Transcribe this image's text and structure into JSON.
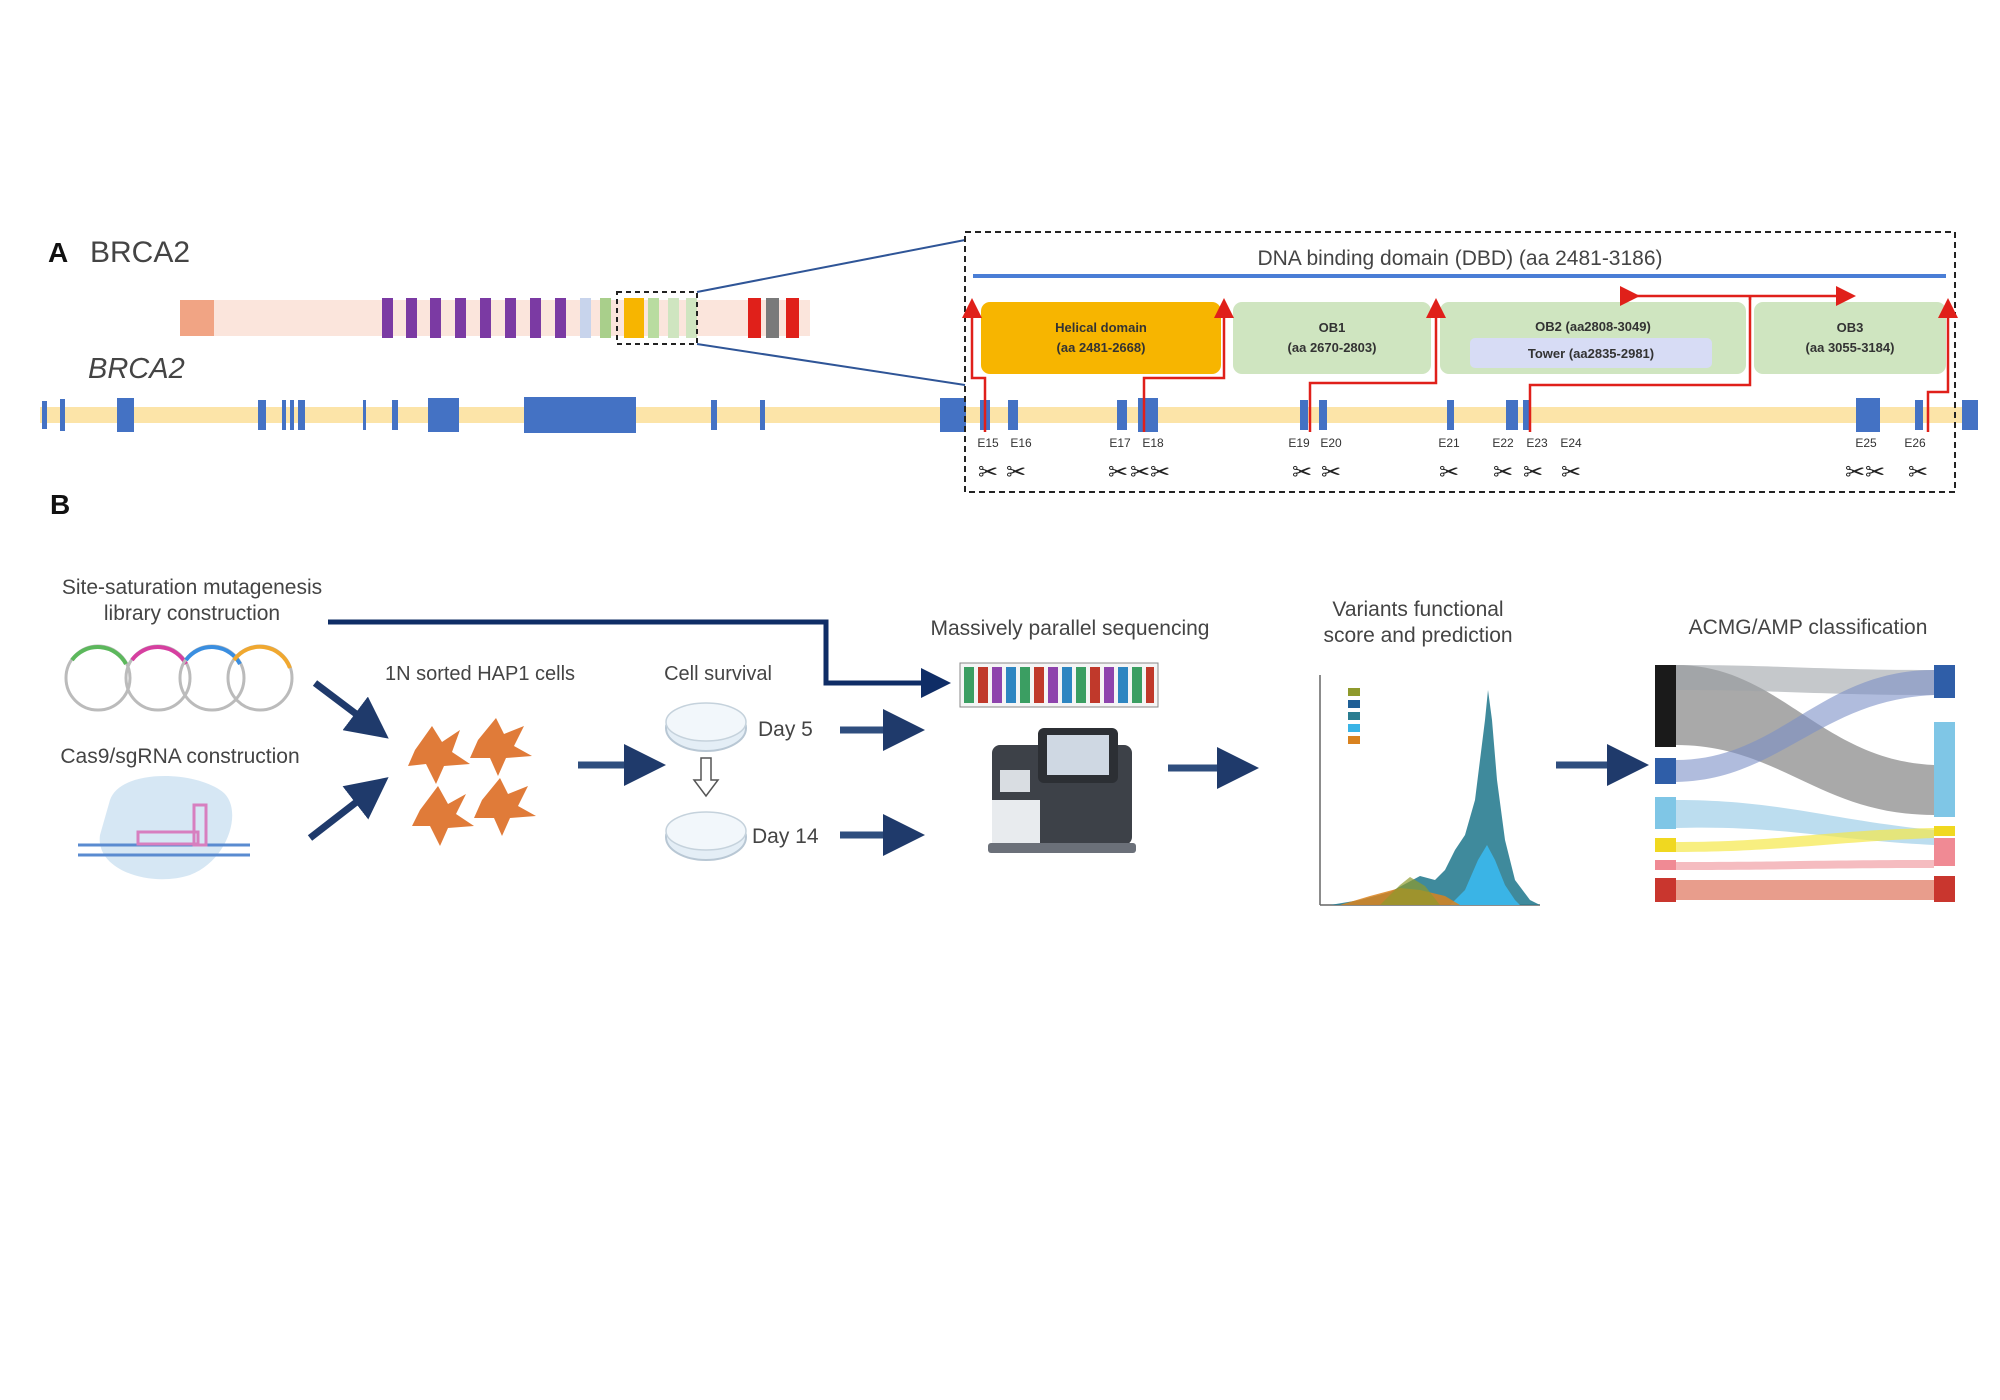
{
  "panel_a": {
    "letter": "A",
    "protein_label": "BRCA2",
    "gene_label": "BRCA2",
    "dbd_label": "DNA binding domain (DBD) (aa 2481-3186)",
    "domains": [
      {
        "name": "Helical domain",
        "range": "(aa 2481-2668)"
      },
      {
        "name": "OB1",
        "range": "(aa 2670-2803)"
      },
      {
        "name": "OB2 (aa2808-3049)",
        "range": ""
      },
      {
        "name": "Tower (aa2835-2981)",
        "range": ""
      },
      {
        "name": "OB3",
        "range": "(aa 3055-3184)"
      }
    ],
    "exons": [
      "E15",
      "E16",
      "E17",
      "E18",
      "E19",
      "E20",
      "E21",
      "E22",
      "E23",
      "E24",
      "E25",
      "E26"
    ]
  },
  "panel_b": {
    "letter": "B",
    "library_label_1": "Site-saturation mutagenesis",
    "library_label_2": "library construction",
    "cas9_label": "Cas9/sgRNA construction",
    "cells_label": "1N sorted HAP1 cells",
    "survival_label": "Cell survival",
    "day5_label": "Day 5",
    "day14_label": "Day 14",
    "sequencing_label": "Massively parallel sequencing",
    "score_label_1": "Variants functional",
    "score_label_2": "score and prediction",
    "acmg_label": "ACMG/AMP classification"
  },
  "colors": {
    "helical": "#f7b500",
    "ob": "#cfe5c0",
    "tower": "#d7dcf5",
    "exon": "#4472c4",
    "intron": "#fce4a8",
    "arrow_red": "#e0201a",
    "arrow_blue": "#2f4e7e",
    "dbd_line": "#4a7ed6",
    "cell": "#e07b39"
  }
}
